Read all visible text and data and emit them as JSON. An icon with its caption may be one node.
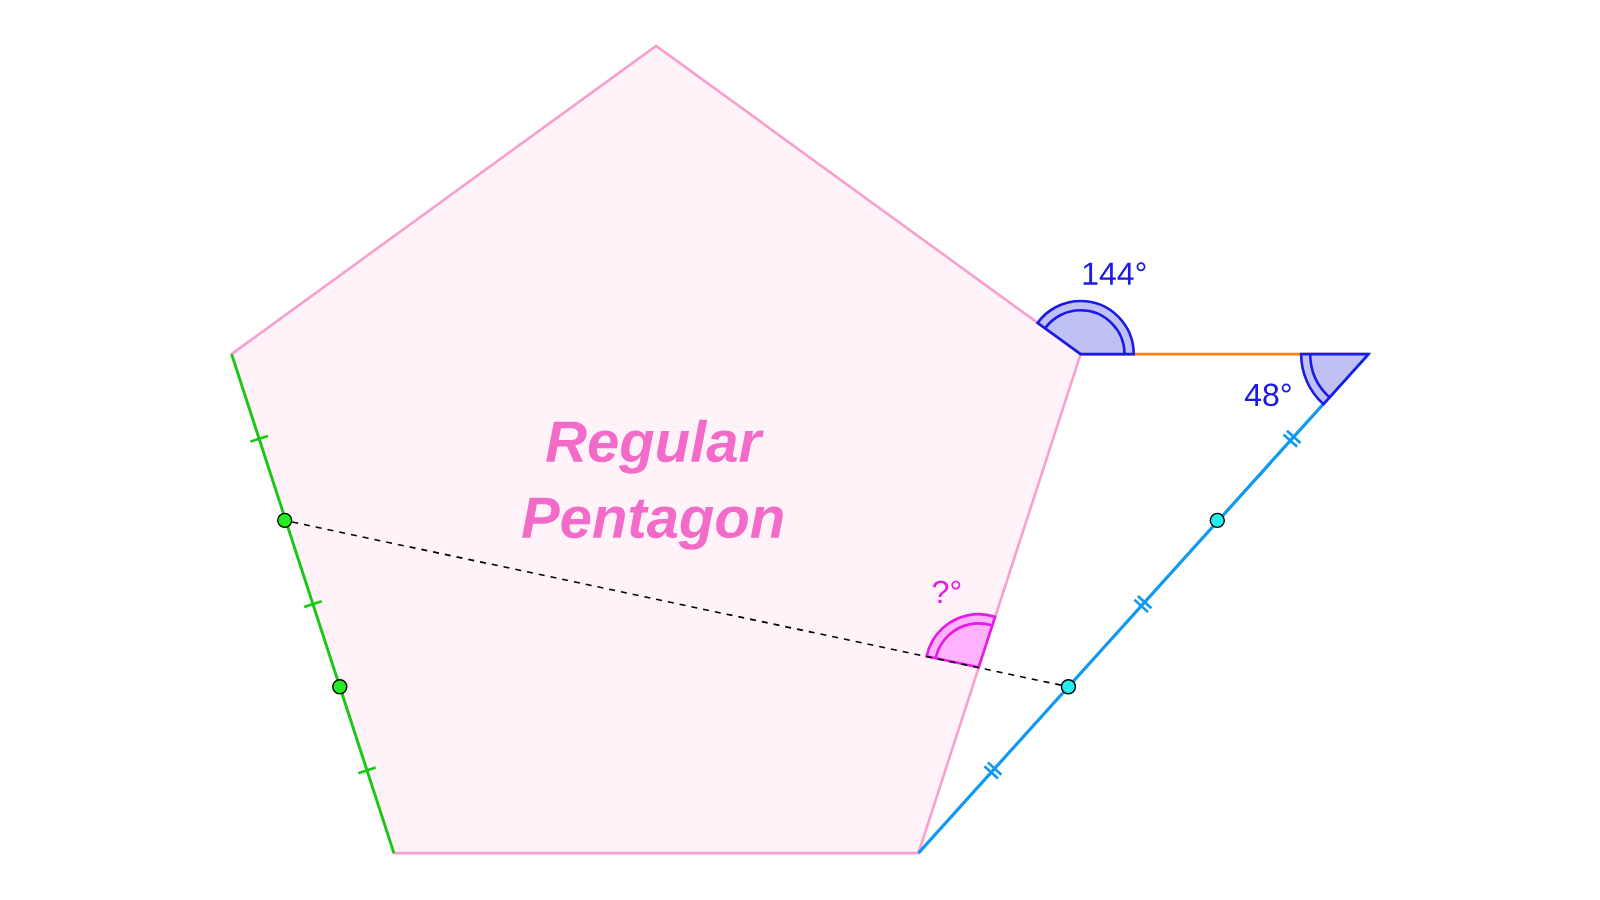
{
  "diagram": {
    "nodes": [
      {
        "text": [],
        "shape": "circle"
      },
      {
        "text": [],
        "shape": "circle"
      },
      {
        "text": [],
        "shape": "circle"
      },
      {
        "text": [],
        "shape": "circle"
      }
    ],
    "edges": [
      {
        "from": 0,
        "to": 3,
        "arrow": "none",
        "style": "dashed"
      }
    ],
    "labels": [
      "144°",
      "48°",
      "Regular Pentagon",
      "?°"
    ]
  }
}
